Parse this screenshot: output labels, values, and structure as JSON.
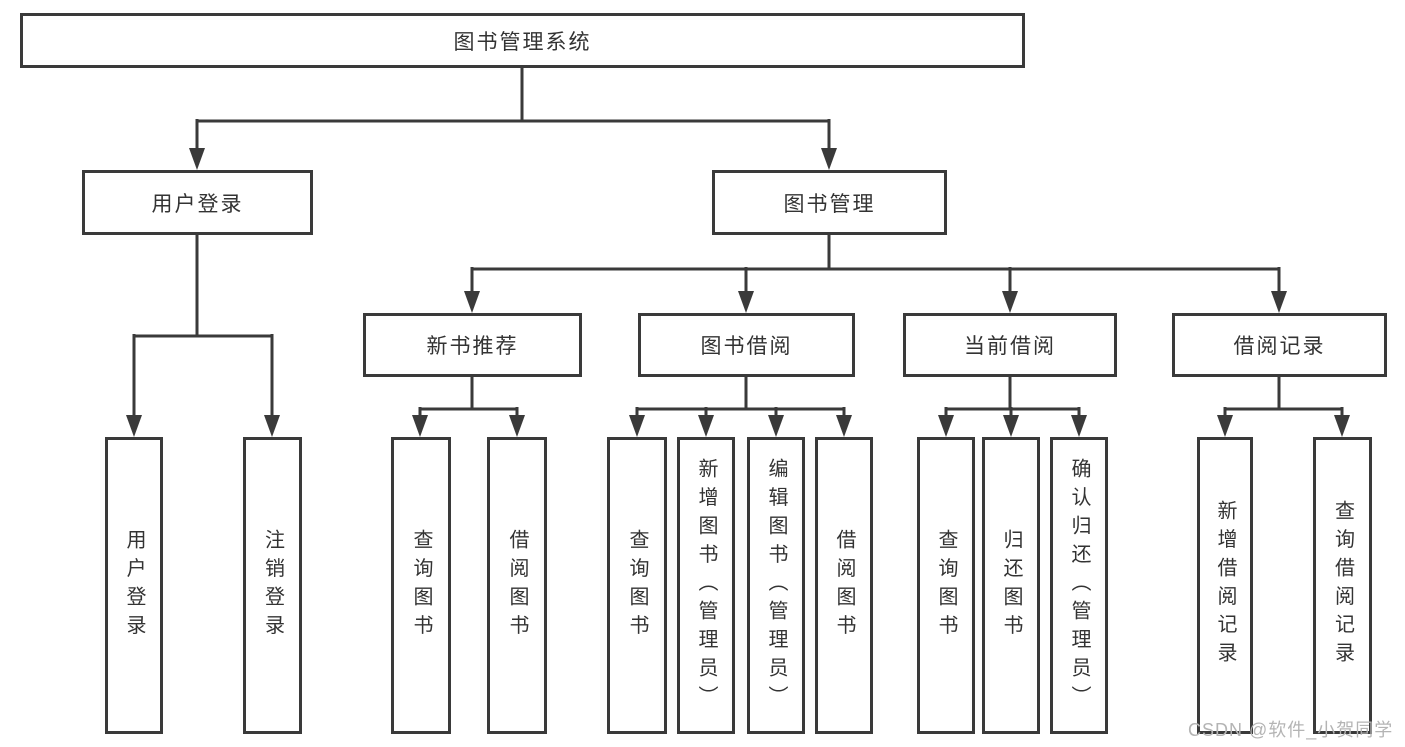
{
  "diagram": {
    "type": "function-structure-tree",
    "title": "图书管理系统",
    "nodes": {
      "root": "图书管理系统",
      "login": "用户登录",
      "mgmt": "图书管理",
      "login_user": "用户登录",
      "logout": "注销登录",
      "newbook": "新书推荐",
      "borrow": "图书借阅",
      "current": "当前借阅",
      "record": "借阅记录",
      "nb_query": "查询图书",
      "nb_borrow": "借阅图书",
      "bw_query": "查询图书",
      "bw_add": "新增图书（管理员）",
      "bw_edit": "编辑图书（管理员）",
      "bw_borrow": "借阅图书",
      "cu_query": "查询图书",
      "cu_return": "归还图书",
      "cu_confirm": "确认归还（管理员）",
      "rc_add": "新增借阅记录",
      "rc_query": "查询借阅记录"
    },
    "hierarchy": {
      "图书管理系统": {
        "用户登录": [
          "用户登录",
          "注销登录"
        ],
        "图书管理": {
          "新书推荐": [
            "查询图书",
            "借阅图书"
          ],
          "图书借阅": [
            "查询图书",
            "新增图书（管理员）",
            "编辑图书（管理员）",
            "借阅图书"
          ],
          "当前借阅": [
            "查询图书",
            "归还图书",
            "确认归还（管理员）"
          ],
          "借阅记录": [
            "新增借阅记录",
            "查询借阅记录"
          ]
        }
      }
    }
  },
  "watermark": {
    "text": "CSDN @软件_小贺同学"
  },
  "colors": {
    "line": "#3a3a3a",
    "text": "#333333",
    "box_background": "#ffffff",
    "page_background": "#ffffff",
    "watermark": "#b4b4b4"
  }
}
